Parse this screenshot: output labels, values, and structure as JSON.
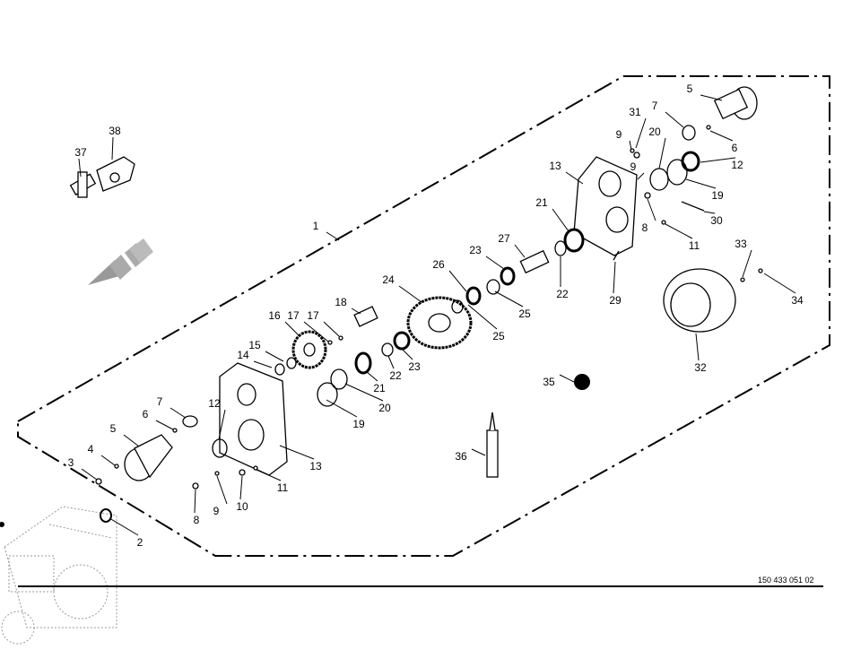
{
  "drawing_number": "150 433 051 02",
  "callouts": [
    "1",
    "2",
    "3",
    "4",
    "5",
    "6",
    "7",
    "8",
    "9",
    "10",
    "11",
    "12",
    "13",
    "14",
    "15",
    "16",
    "17",
    "17",
    "18",
    "19",
    "20",
    "21",
    "22",
    "23",
    "24",
    "25",
    "25",
    "26",
    "23",
    "27",
    "22",
    "21",
    "29",
    "13",
    "9",
    "9",
    "31",
    "8",
    "20",
    "7",
    "5",
    "6",
    "12",
    "19",
    "30",
    "11",
    "33",
    "34",
    "32",
    "35",
    "36",
    "37",
    "38"
  ],
  "colors": {
    "line": "#000000",
    "ghost": "#9a9a9a"
  }
}
